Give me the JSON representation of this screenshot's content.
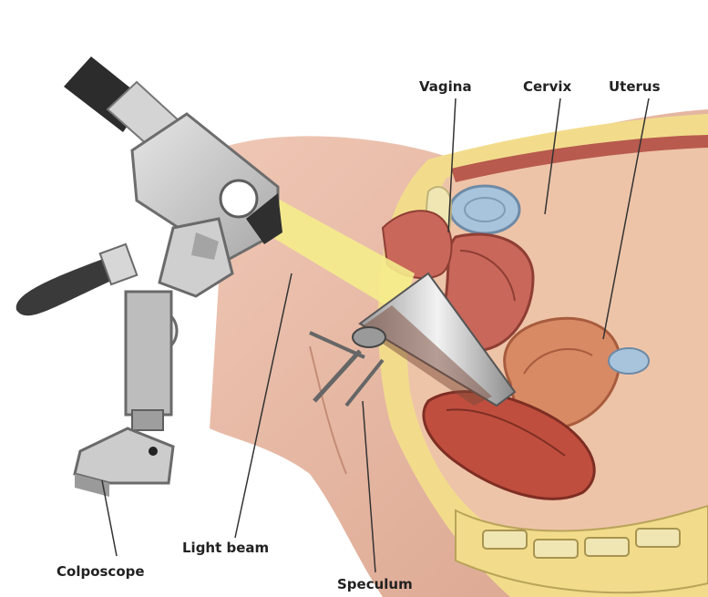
{
  "labels": {
    "vagina": "Vagina",
    "cervix": "Cervix",
    "uterus": "Uterus",
    "light_beam": "Light beam",
    "colposcope": "Colposcope",
    "speculum": "Speculum"
  },
  "colors": {
    "skin": "#e8b8a4",
    "skin_shadow": "#d49e88",
    "fat": "#f2dc8c",
    "muscle": "#c8675a",
    "uterus": "#d88a64",
    "cervix_mucosa": "#d9856f",
    "beam": "#f5ec8c",
    "scope_body": "#c9c9c9",
    "scope_dark": "#2c2c2c",
    "bladder": "#a8c4dc",
    "bone": "#efe6b4"
  }
}
